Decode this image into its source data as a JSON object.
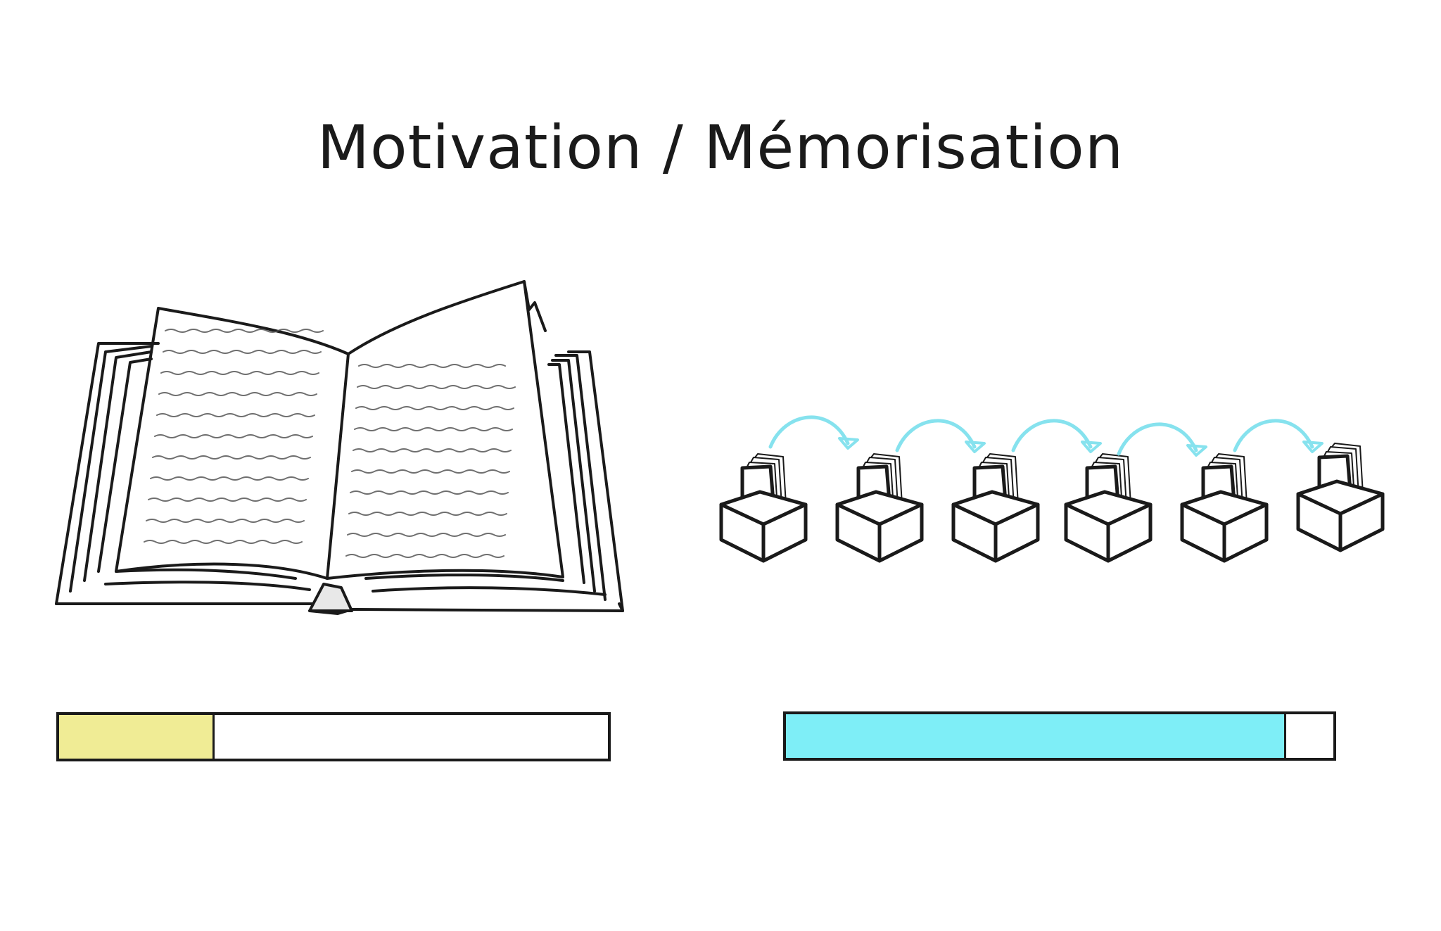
{
  "title": "Motivation / Mémorisation",
  "bars": {
    "motivation": {
      "fraction": 0.28,
      "color": "#f0ec95"
    },
    "memorisation": {
      "fraction": 0.91,
      "color": "#7eeef7"
    }
  },
  "colors": {
    "ink": "#1a1a1a",
    "arrows": "#86e2ee"
  },
  "icons": [
    "open-book-icon",
    "card-box-icon",
    "arrow-icon"
  ]
}
